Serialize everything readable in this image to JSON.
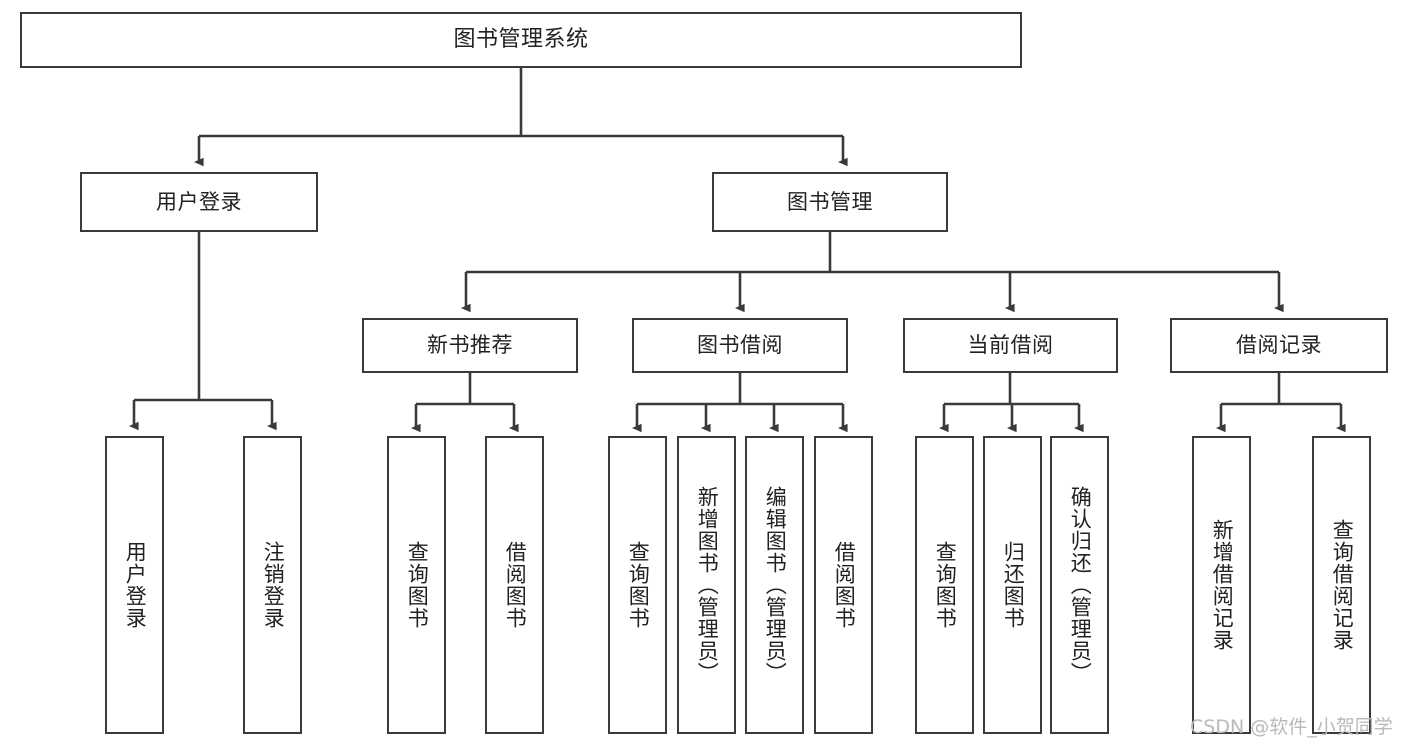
{
  "diagram": {
    "title": "图书管理系统",
    "type": "tree-hierarchy",
    "watermark": "CSDN @软件_小贺同学",
    "colors": {
      "box_border": "#3a3a3a",
      "box_fill": "#ffffff",
      "edge": "#3a3a3a",
      "text": "#222222",
      "watermark": "#b9b9b9",
      "background": "#ffffff"
    },
    "nodes": {
      "root": {
        "label": "图书管理系统"
      },
      "level2": [
        {
          "id": "user-login",
          "label": "用户登录"
        },
        {
          "id": "book-management",
          "label": "图书管理"
        }
      ],
      "level3": [
        {
          "id": "new-book-recommend",
          "label": "新书推荐"
        },
        {
          "id": "book-borrow",
          "label": "图书借阅"
        },
        {
          "id": "current-borrow",
          "label": "当前借阅"
        },
        {
          "id": "borrow-record",
          "label": "借阅记录"
        }
      ],
      "leaves": {
        "user-login": [
          {
            "id": "leaf-user-login",
            "label": "用户登录"
          },
          {
            "id": "leaf-logout-login",
            "label": "注销登录"
          }
        ],
        "new-book-recommend": [
          {
            "id": "leaf-query-book-1",
            "label": "查询图书"
          },
          {
            "id": "leaf-borrow-book-1",
            "label": "借阅图书"
          }
        ],
        "book-borrow": [
          {
            "id": "leaf-query-book-2",
            "label": "查询图书"
          },
          {
            "id": "leaf-add-book",
            "label": "新增图书（管理员）"
          },
          {
            "id": "leaf-edit-book",
            "label": "编辑图书（管理员）"
          },
          {
            "id": "leaf-borrow-book-2",
            "label": "借阅图书"
          }
        ],
        "current-borrow": [
          {
            "id": "leaf-query-book-3",
            "label": "查询图书"
          },
          {
            "id": "leaf-return-book",
            "label": "归还图书"
          },
          {
            "id": "leaf-confirm-return",
            "label": "确认归还（管理员）"
          }
        ],
        "borrow-record": [
          {
            "id": "leaf-add-record",
            "label": "新增借阅记录"
          },
          {
            "id": "leaf-query-record",
            "label": "查询借阅记录"
          }
        ]
      }
    }
  }
}
